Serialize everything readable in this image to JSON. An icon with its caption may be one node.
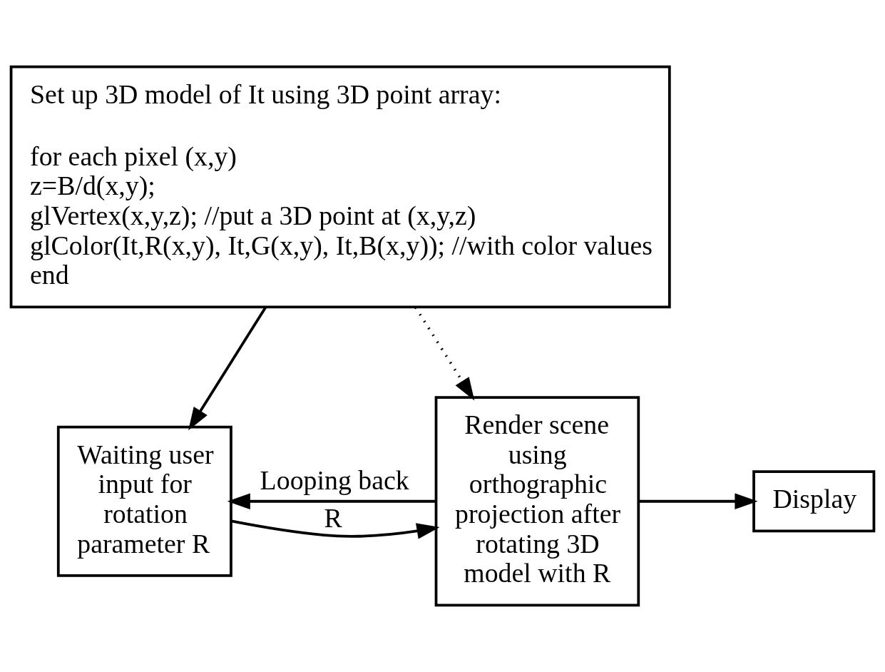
{
  "diagram": {
    "nodes": [
      {
        "text": [
          "Set up 3D model of It using 3D point array:",
          "for each pixel (x,y)",
          "z=B/d(x,y);",
          "glVertex(x,y,z); //put a 3D point at (x,y,z)",
          "glColor(It,R(x,y), It,G(x,y), It,B(x,y)); //with color values",
          "end"
        ]
      },
      {
        "text": [
          "Waiting user input for rotation parameter R"
        ]
      },
      {
        "text": [
          "Render scene using orthographic projection after rotating 3D model with R"
        ]
      },
      {
        "text": [
          "Display"
        ]
      }
    ],
    "edges": [
      {
        "from": 0,
        "to": 1,
        "arrow": "to"
      },
      {
        "from": 0,
        "to": 2,
        "arrow": "to",
        "style": "dashed"
      },
      {
        "from": 1,
        "to": 2,
        "arrow": "to",
        "label": "R"
      },
      {
        "from": 2,
        "to": 3,
        "arrow": "to"
      },
      {
        "from": 2,
        "to": 1,
        "arrow": "to",
        "label": "Looping back"
      }
    ]
  }
}
